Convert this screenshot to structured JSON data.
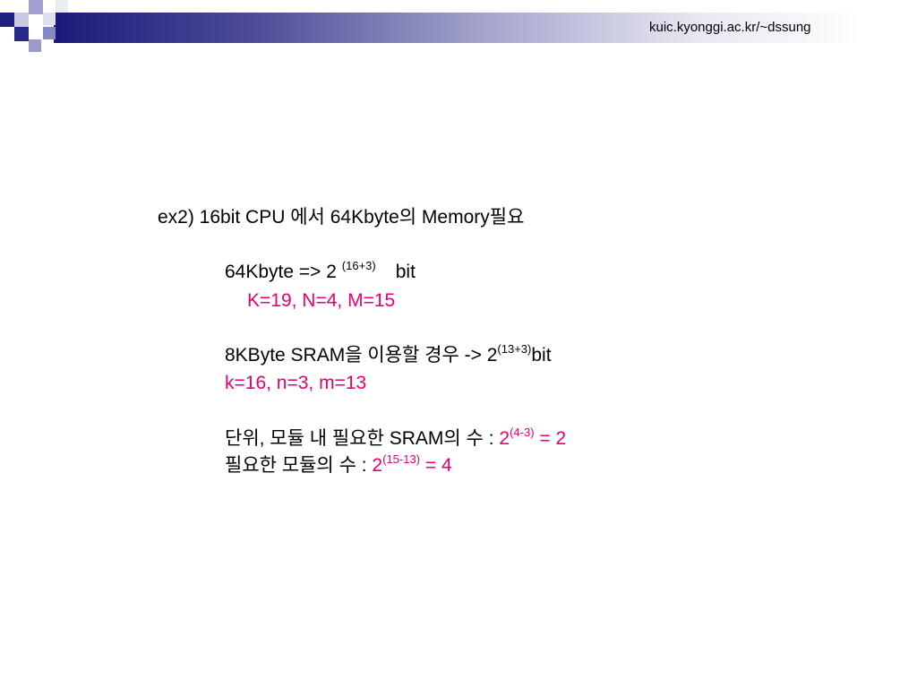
{
  "header": {
    "url": "kuic.kyonggi.ac.kr/~dssung"
  },
  "content": {
    "line1": "ex2) 16bit CPU 에서 64Kbyte의 Memory필요",
    "line2_prefix": "64Kbyte => 2 ",
    "line2_sup": "(16+3)",
    "line2_suffix": "bit",
    "line3": "K=19, N=4, M=15",
    "line4_prefix": "8KByte SRAM을 이용할 경우 -> 2",
    "line4_sup": "(13+3)",
    "line4_suffix": "bit",
    "line5": "k=16, n=3, m=13",
    "line6_prefix": "단위, 모듈 내 필요한 SRAM의 수 : ",
    "line6_base": "2",
    "line6_sup": "(4-3)",
    "line6_result": " = 2",
    "line7_prefix": "필요한 모듈의 수 : ",
    "line7_base": "2",
    "line7_sup": "(15-13)",
    "line7_result": " = 4"
  },
  "colors": {
    "accent": "#e60073",
    "header_dark": "#1a1a7a"
  }
}
